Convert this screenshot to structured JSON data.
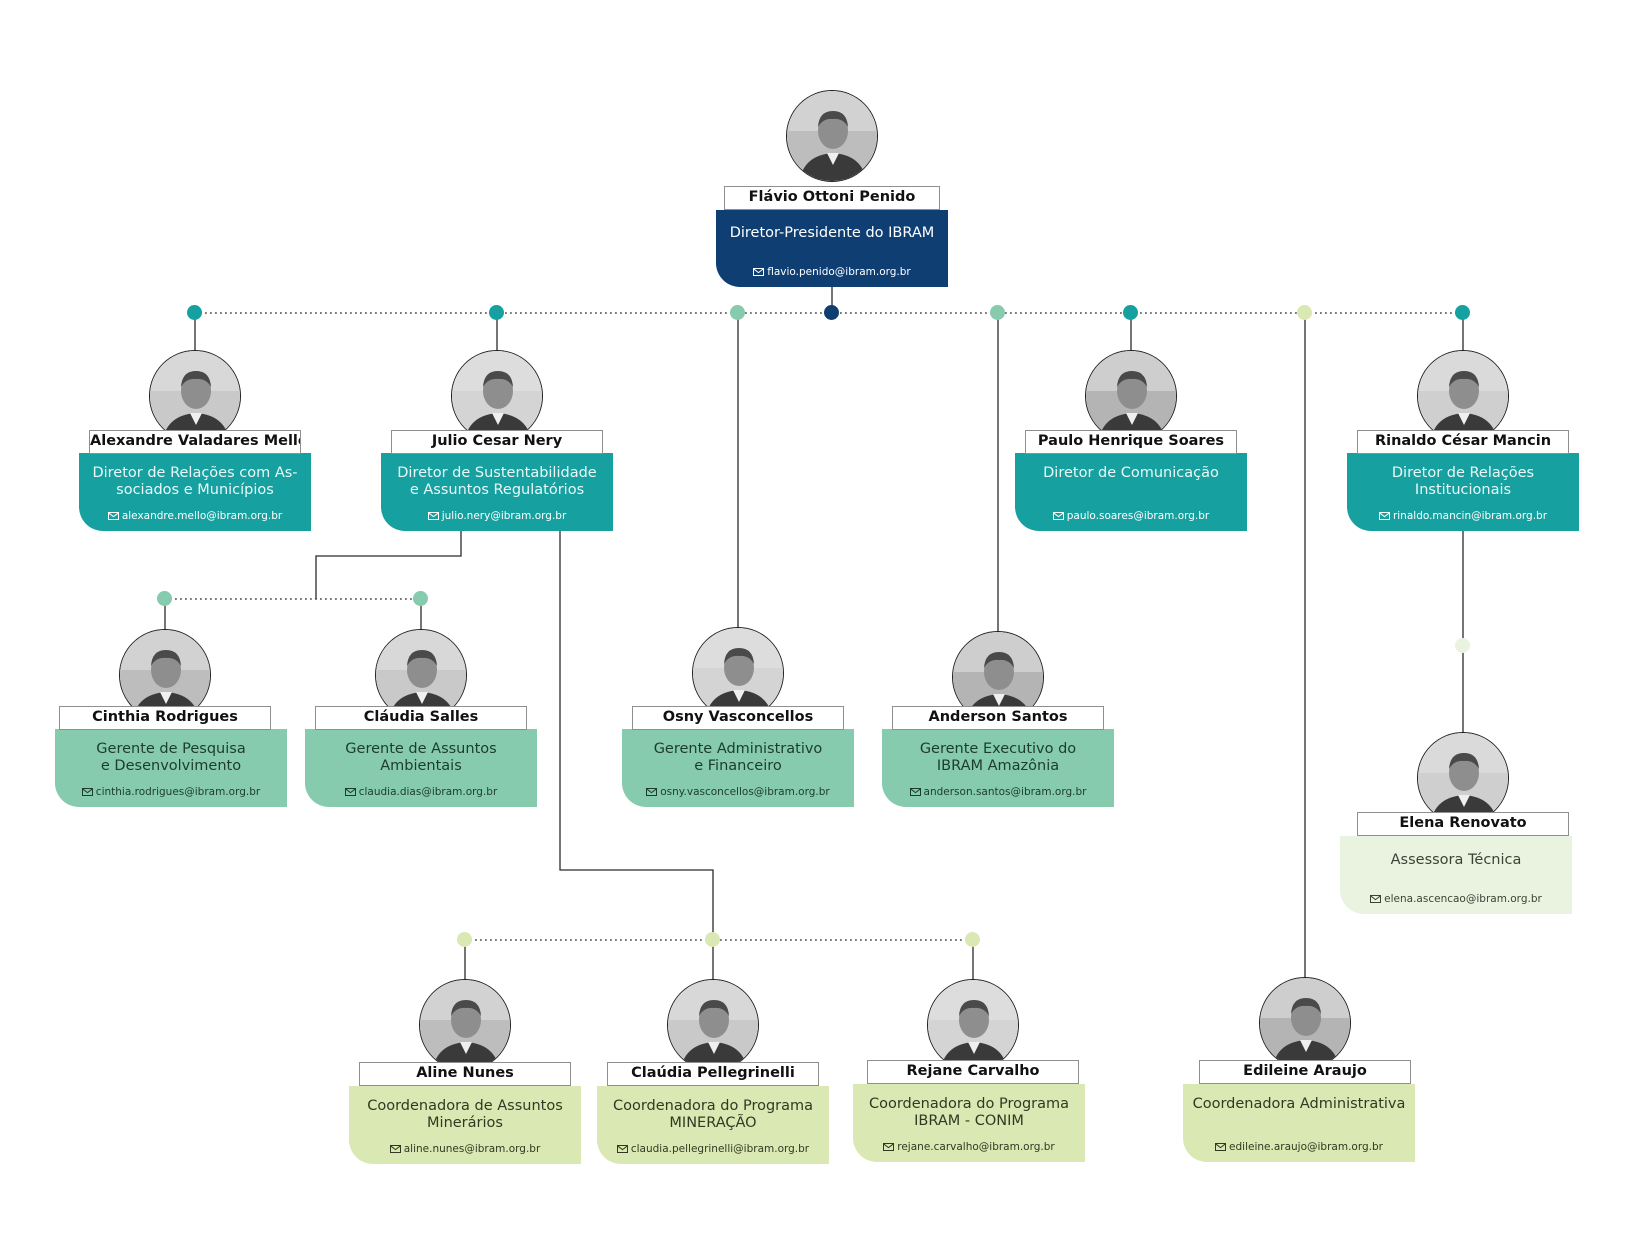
{
  "colors": {
    "navy": "#0f3e73",
    "teal": "#16a0a0",
    "mint": "#86cbae",
    "lime": "#dae8b3",
    "pale": "#e9f3e0",
    "connector": "#2b2b2b"
  },
  "icons": {
    "email": "envelope-icon",
    "portrait": "person-photo"
  },
  "people": [
    {
      "id": "flavio",
      "name": "Flávio Ottoni Penido",
      "role": "Diretor-Presidente do IBRAM",
      "email": "flavio.penido@ibram.org.br",
      "color": "navy"
    },
    {
      "id": "alexandre",
      "name": "Alexandre Valadares Mello",
      "role": "Diretor de Relações com As-\nsociados e Municípios",
      "email": "alexandre.mello@ibram.org.br",
      "color": "teal"
    },
    {
      "id": "julio",
      "name": "Julio Cesar Nery",
      "role": "Diretor de Sustentabilidade\ne Assuntos Regulatórios",
      "email": "julio.nery@ibram.org.br",
      "color": "teal"
    },
    {
      "id": "paulo",
      "name": "Paulo Henrique Soares",
      "role": "Diretor de Comunicação",
      "email": "paulo.soares@ibram.org.br",
      "color": "teal"
    },
    {
      "id": "rinaldo",
      "name": "Rinaldo César Mancin",
      "role": "Diretor de Relações\nInstitucionais",
      "email": "rinaldo.mancin@ibram.org.br",
      "color": "teal"
    },
    {
      "id": "cinthia",
      "name": "Cinthia Rodrigues",
      "role": "Gerente de Pesquisa\ne Desenvolvimento",
      "email": "cinthia.rodrigues@ibram.org.br",
      "color": "mint"
    },
    {
      "id": "claudia_s",
      "name": "Cláudia Salles",
      "role": "Gerente de Assuntos\nAmbientais",
      "email": "claudia.dias@ibram.org.br",
      "color": "mint"
    },
    {
      "id": "osny",
      "name": "Osny Vasconcellos",
      "role": "Gerente Administrativo\ne Financeiro",
      "email": "osny.vasconcellos@ibram.org.br",
      "color": "mint"
    },
    {
      "id": "anderson",
      "name": "Anderson Santos",
      "role": "Gerente Executivo do\nIBRAM Amazônia",
      "email": "anderson.santos@ibram.org.br",
      "color": "mint"
    },
    {
      "id": "elena",
      "name": "Elena Renovato",
      "role": "Assessora Técnica",
      "email": "elena.ascencao@ibram.org.br",
      "color": "pale"
    },
    {
      "id": "aline",
      "name": "Aline Nunes",
      "role": "Coordenadora de Assuntos\nMinerários",
      "email": "aline.nunes@ibram.org.br",
      "color": "lime"
    },
    {
      "id": "claudia_p",
      "name": "Claúdia Pellegrinelli",
      "role": "Coordenadora do Programa\nMINERAÇÃO",
      "email": "claudia.pellegrinelli@ibram.org.br",
      "color": "lime"
    },
    {
      "id": "rejane",
      "name": "Rejane Carvalho",
      "role": "Coordenadora do Programa\nIBRAM - CONIM",
      "email": "rejane.carvalho@ibram.org.br",
      "color": "lime"
    },
    {
      "id": "edileine",
      "name": "Edileine Araujo",
      "role": "Coordenadora Administrativa",
      "email": "edileine.araujo@ibram.org.br",
      "color": "lime"
    }
  ]
}
